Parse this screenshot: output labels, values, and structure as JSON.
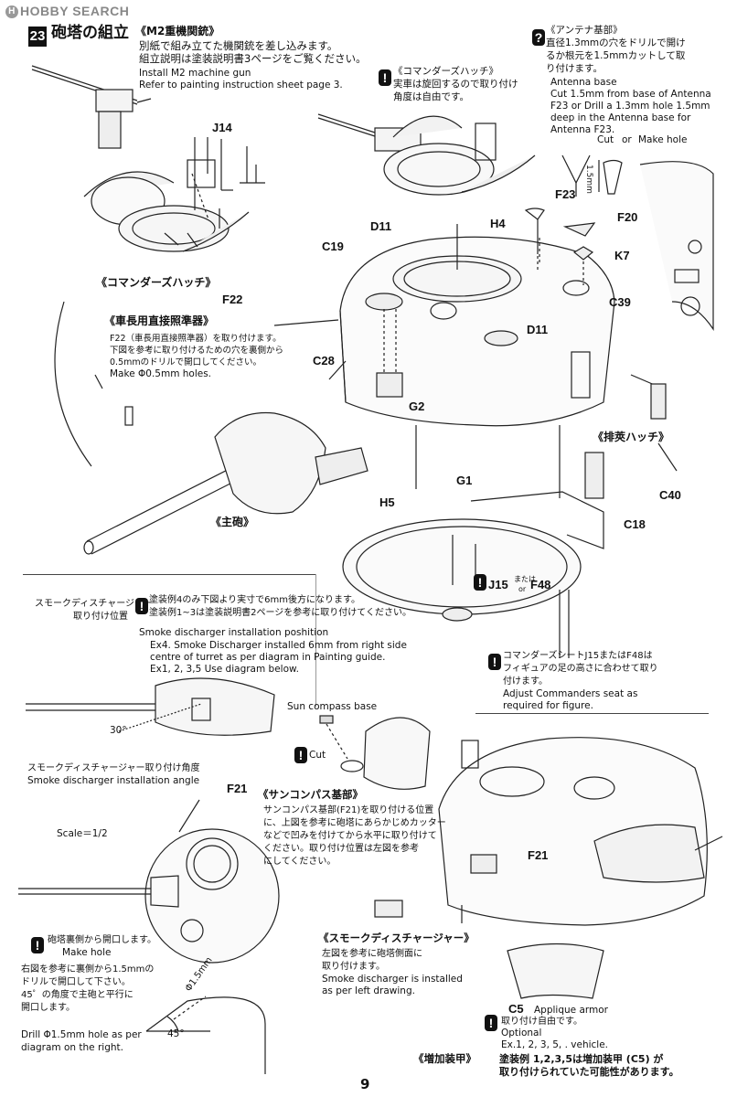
{
  "watermark": "HOBBY SEARCH",
  "step": {
    "number": "23",
    "title": "砲塔の組立"
  },
  "m2": {
    "heading": "《M2重機関銃》",
    "jp1": "別紙で組み立てた機関銃を差し込みます。",
    "jp2": "組立説明は塗装説明書3ページをご覧ください。",
    "en1": "Install M2 machine gun",
    "en2": "Refer to painting instruction sheet page 3."
  },
  "cmd_hatch_note": {
    "heading": "《コマンダーズハッチ》",
    "jp1": "実車は旋回するので取り付け",
    "jp2": "角度は自由です。"
  },
  "antenna": {
    "heading": "《アンテナ基部》",
    "jp1": "直径1.3mmの穴をドリルで開け",
    "jp2": "るか根元を1.5mmカットして取",
    "jp3": "り付けます。",
    "en_head": "Antenna base",
    "en1": "Cut 1.5mm from base of Antenna",
    "en2": "F23 or Drill a 1.3mm hole 1.5mm",
    "en3": "deep in the Antenna base for",
    "en4": "Antenna F23.",
    "cut": "Cut",
    "or": "or",
    "make_hole": "Make hole",
    "dim": "1.5mm"
  },
  "parts": {
    "j14": "J14",
    "f23": "F23",
    "f20": "F20",
    "d11a": "D11",
    "h4": "H4",
    "c19": "C19",
    "k7": "K7",
    "f22": "F22",
    "c39": "C39",
    "d11b": "D11",
    "c28": "C28",
    "g2": "G2",
    "g1": "G1",
    "c40": "C40",
    "c18": "C18",
    "h5": "H5",
    "j15": "J15",
    "f48": "F48",
    "f21a": "F21",
    "f21b": "F21",
    "c5": "C5"
  },
  "captions": {
    "commanders_hatch": "《コマンダーズハッチ》",
    "main_gun": "《主砲》",
    "ejection_hatch": "《排莢ハッチ》"
  },
  "f22_note": {
    "heading": "《車長用直接照準器》",
    "jp1": "F22（車長用直接照準器）を取り付けます。",
    "jp2": "下図を参考に取り付けるための穴を裏側から",
    "jp3": "0.5mmのドリルで開口してください。",
    "en1": "Make Φ0.5mm holes."
  },
  "j15_or": {
    "small": "または",
    "or": "or"
  },
  "smoke_pos": {
    "label1": "スモークディスチャージャー",
    "label2": "取り付け位置",
    "jp1": "塗装例4のみ下図より実寸で6mm後方になります。",
    "jp2": "塗装例1~3は塗装説明書2ページを参考に取り付けてください。",
    "en_head": "Smoke discharger installation poshition",
    "en1": "Ex4. Smoke Discharger installed 6mm from right side",
    "en2": "centre of turret as per diagram in Painting guide.",
    "en3": "Ex1, 2, 3,5 Use diagram below."
  },
  "seat_note": {
    "jp1": "コマンダーズシートJ15またはF48は",
    "jp2": "フィギュアの足の高さに合わせて取り",
    "jp3": "付けます。",
    "en1": "Adjust Commanders seat as",
    "en2": "required for figure."
  },
  "angle": {
    "deg": "30°",
    "jp": "スモークディスチャージャー取り付け角度",
    "en": "Smoke discharger installation angle"
  },
  "sun_compass": {
    "base_en": "Sun compass base",
    "cut": "Cut",
    "heading": "《サンコンパス基部》",
    "jp1": "サンコンパス基部(F21)を取り付ける位置",
    "jp2": "に、上図を参考に砲塔にあらかじめカッター",
    "jp3": "などで凹みを付けてから水平に取り付けて",
    "jp4": "ください。取り付け位置は左図を参考",
    "jp5": "にしてください。"
  },
  "scale": "Scale＝1/2",
  "hole": {
    "jp_icon": "砲塔裏側から開口します。",
    "en_icon": "Make hole",
    "jp1": "右図を参考に裏側から1.5mmの",
    "jp2": "ドリルで開口して下さい。",
    "jp3": "45゜の角度で主砲と平行に",
    "jp4": "開口します。",
    "en1": "Drill Φ1.5mm hole as per",
    "en2": "diagram on the right.",
    "phi": "Φ1.5mm",
    "deg45": "45°"
  },
  "smoke_discharger": {
    "heading": "《スモークディスチャージャー》",
    "jp1": "左図を参考に砲塔側面に",
    "jp2": "取り付けます。",
    "en1": "Smoke discharger is installed",
    "en2": "as per left drawing."
  },
  "applique": {
    "en_title": "Applique armor",
    "jp1": "取り付け自由です。",
    "en1": "Optional",
    "en2": "Ex.1, 2, 3, 5, . vehicle."
  },
  "addon": {
    "heading": "《増加装甲》",
    "jp1": "塗装例 1,2,3,5は増加装甲 (C5) が",
    "jp2": "取り付けられていた可能性があります。"
  },
  "page_number": "9",
  "icons": {
    "warning": "exclamation-icon",
    "question": "question-icon"
  }
}
